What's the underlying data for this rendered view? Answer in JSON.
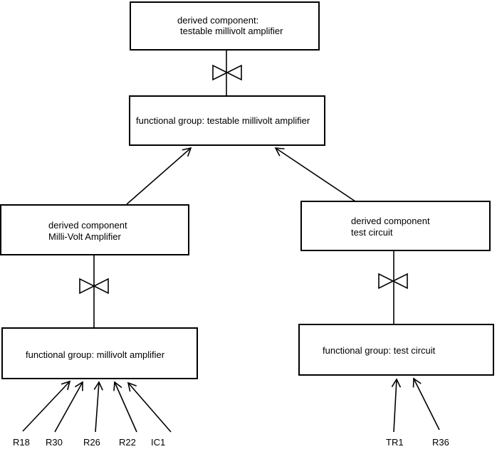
{
  "colors": {
    "background": "#ffffff",
    "line": "#000000",
    "text": "#000000"
  },
  "boxes": {
    "top_derived": {
      "line1": "derived component:",
      "line2": "testable millivolt amplifier"
    },
    "top_functional": {
      "label": "functional group: testable millivolt amplifier"
    },
    "left_derived": {
      "line1": "derived component",
      "line2": "Milli-Volt Amplifier"
    },
    "left_functional": {
      "label": "functional group: millivolt amplifier"
    },
    "right_derived": {
      "line1": "derived component",
      "line2": "test circuit"
    },
    "right_functional": {
      "label": "functional group: test circuit"
    }
  },
  "leaf_labels": {
    "left": [
      "R18",
      "R30",
      "R26",
      "R22",
      "IC1"
    ],
    "right": [
      "TR1",
      "R36"
    ]
  }
}
